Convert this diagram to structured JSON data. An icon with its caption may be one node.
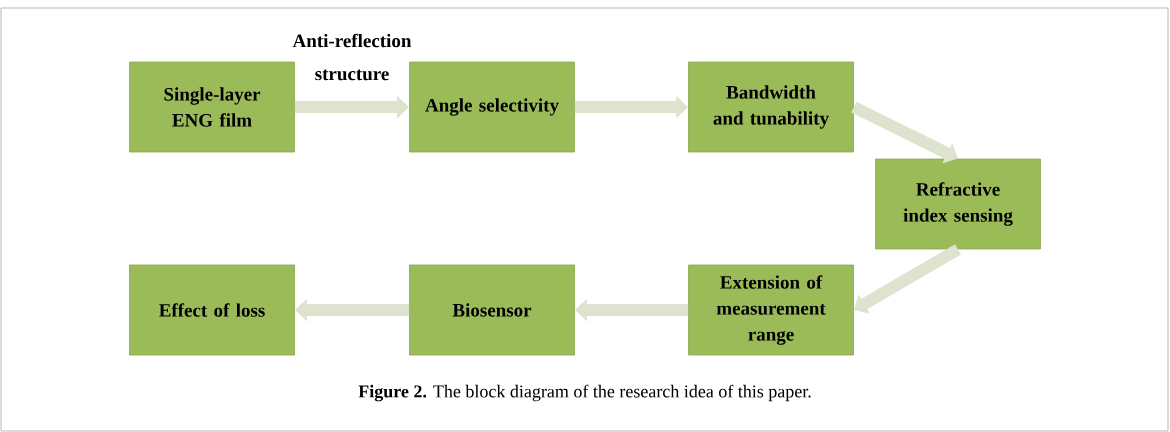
{
  "diagram": {
    "caption": "**Figure 2.** The block diagram of the research idea of this paper.",
    "nodes": [
      {
        "text": [
          "Single-layer ENG film"
        ]
      },
      {
        "text": [
          "Angle selectivity"
        ]
      },
      {
        "text": [
          "Bandwidth and tunability"
        ]
      },
      {
        "text": [
          "Refractive index sensing"
        ]
      },
      {
        "text": [
          "Extension of measurement range"
        ]
      },
      {
        "text": [
          "Biosensor"
        ]
      },
      {
        "text": [
          "Effect of loss"
        ]
      }
    ],
    "edges": [
      {
        "from": 0,
        "to": 1,
        "arrow": "to",
        "label": "Anti-reflection structure"
      },
      {
        "from": 1,
        "to": 2,
        "arrow": "to"
      },
      {
        "from": 2,
        "to": 3,
        "arrow": "to"
      },
      {
        "from": 3,
        "to": 4,
        "arrow": "to"
      },
      {
        "from": 4,
        "to": 5,
        "arrow": "to"
      },
      {
        "from": 5,
        "to": 6,
        "arrow": "to"
      }
    ]
  }
}
